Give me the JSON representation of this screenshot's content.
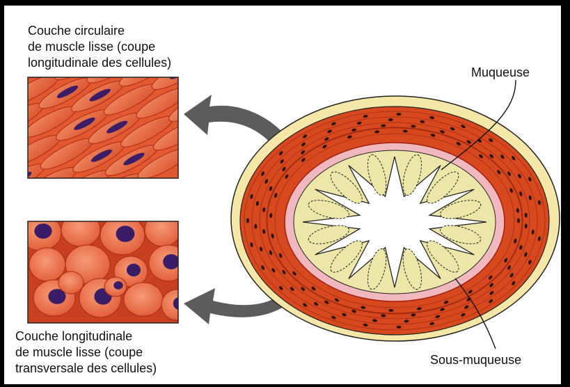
{
  "labels": {
    "circular": [
      "Couche circulaire",
      "de muscle lisse (coupe",
      "longitudinale des cellules)"
    ],
    "longitudinal": [
      "Couche longitudinale",
      "de muscle lisse (coupe",
      "transversale des cellules)"
    ],
    "mucosa": "Muqueuse",
    "submucosa": "Sous-muqueuse"
  },
  "colors": {
    "muscle": "#d8481f",
    "muscle_dark": "#a82a14",
    "nucleus": "#3a1d66",
    "serosa": "#f4e7a8",
    "submucosa": "#f2b8c0",
    "mucosa_fold": "#ece6a8",
    "arrow": "#5c5c5c"
  }
}
